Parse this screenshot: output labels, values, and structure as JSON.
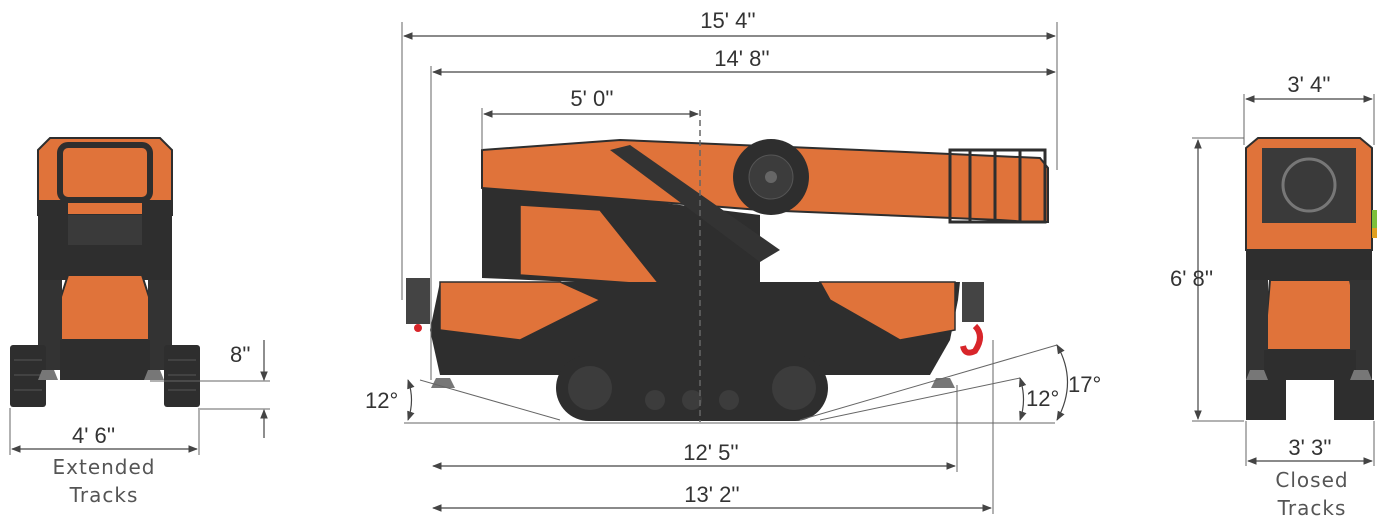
{
  "colors": {
    "accent_orange": "#e0733a",
    "body_dark": "#2e2e2e",
    "body_mid": "#444444",
    "dim_line": "#444444",
    "text": "#333333"
  },
  "left_view": {
    "height_label": "8''",
    "width_label": "4' 6''",
    "caption_line1": "Extended",
    "caption_line2": "Tracks"
  },
  "side_view": {
    "overall_length": "15' 4''",
    "body_length": "14' 8''",
    "boom_offset": "5' 0''",
    "angle_left": "12°",
    "angle_right_inner": "12°",
    "angle_right_outer": "17°",
    "outrigger_span": "12' 5''",
    "outrigger_span_max": "13' 2''"
  },
  "right_view": {
    "top_width": "3' 4''",
    "height_label": "6' 8''",
    "bottom_width": "3' 3''",
    "caption_line1": "Closed",
    "caption_line2": "Tracks"
  }
}
